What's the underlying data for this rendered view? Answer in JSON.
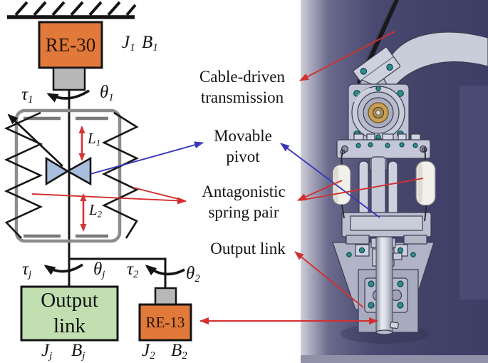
{
  "figure": {
    "schematic": {
      "boxes": {
        "re30": "RE-30",
        "re13": "RE-13",
        "output_line1": "Output",
        "output_line2": "link"
      },
      "symbols": {
        "J1": {
          "sym": "J",
          "sub": "1"
        },
        "B1": {
          "sym": "B",
          "sub": "1"
        },
        "tau1": {
          "sym": "τ",
          "sub": "1"
        },
        "theta1": {
          "sym": "θ",
          "sub": "1"
        },
        "L1": {
          "sym": "L",
          "sub": "1"
        },
        "L2": {
          "sym": "L",
          "sub": "2"
        },
        "tauj": {
          "sym": "τ",
          "sub": "j"
        },
        "thetaj": {
          "sym": "θ",
          "sub": "j"
        },
        "tau2": {
          "sym": "τ",
          "sub": "2"
        },
        "theta2": {
          "sym": "θ",
          "sub": "2"
        },
        "Jj": {
          "sym": "J",
          "sub": "j"
        },
        "Bj": {
          "sym": "B",
          "sub": "j"
        },
        "J2": {
          "sym": "J",
          "sub": "2"
        },
        "B2": {
          "sym": "B",
          "sub": "2"
        }
      }
    },
    "annotations": {
      "cable": {
        "line1": "Cable-driven",
        "line2": "transmission"
      },
      "pivot": {
        "line1": "Movable",
        "line2": "pivot"
      },
      "springs": {
        "line1": "Antagonistic",
        "line2": "spring pair"
      },
      "output": {
        "line1": "Output link"
      }
    },
    "colors": {
      "annotation_red": "#d42f2f",
      "annotation_blue": "#3838bb",
      "motor_orange": "#e0793a",
      "output_green": "#c1dfb0",
      "pivot_fill_blue": "#a9bedd",
      "frame_gray": "#8c8c8c",
      "photo_background": "#42426a"
    }
  }
}
